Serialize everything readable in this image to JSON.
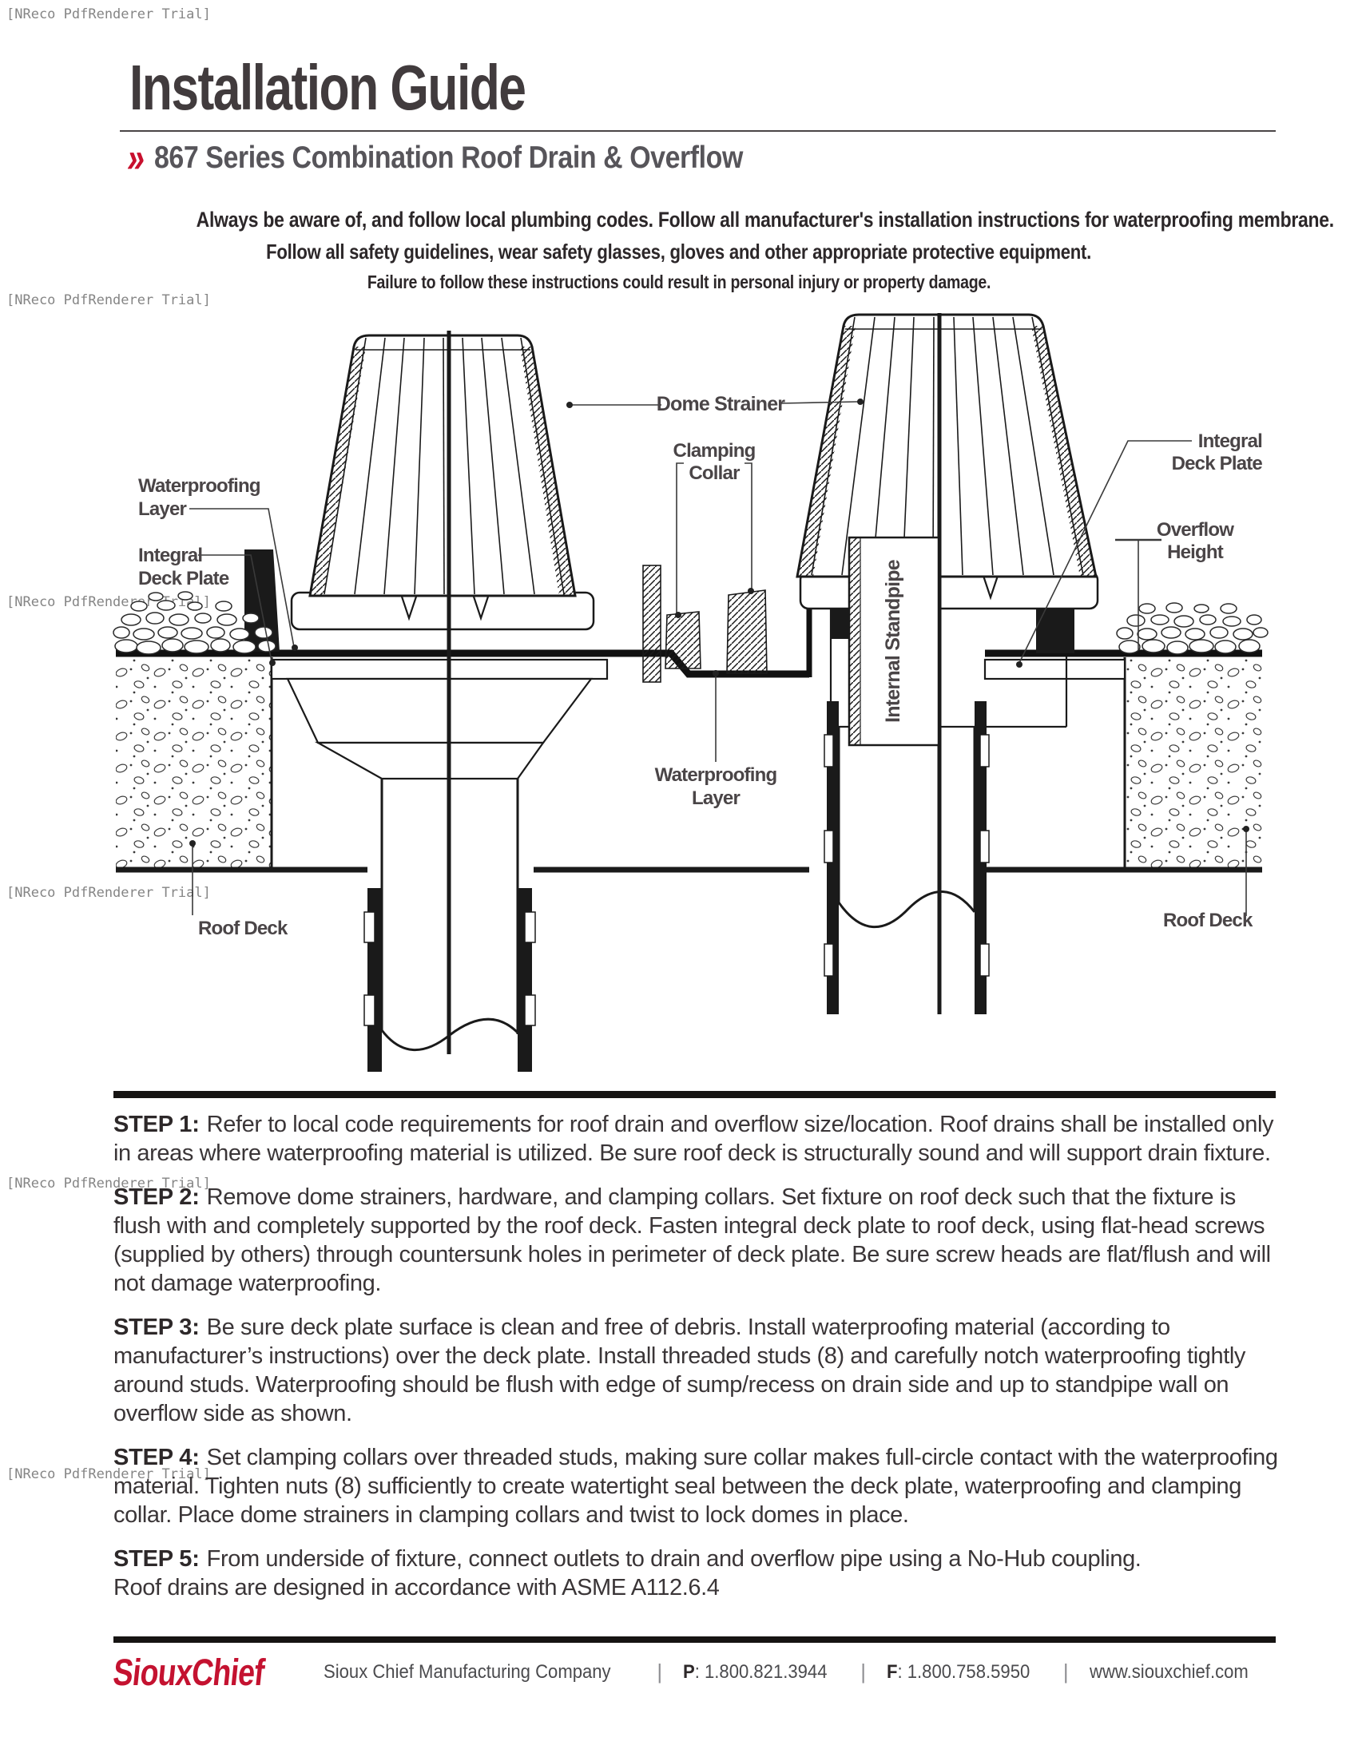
{
  "watermark": {
    "text": "[NReco PdfRenderer Trial]"
  },
  "header": {
    "title": "Installation Guide",
    "chevron": "»",
    "subtitle": "867 Series Combination Roof Drain & Overflow"
  },
  "warning": {
    "line1": "Always be aware of, and follow local plumbing codes. Follow all manufacturer's installation instructions for waterproofing membrane.",
    "line2": "Follow all safety guidelines, wear safety glasses, gloves and other appropriate protective equipment.",
    "line3": "Failure to follow these instructions could result in personal injury or property damage."
  },
  "diagram": {
    "labels": {
      "dome_strainer": "Dome Strainer",
      "clamping_1": "Clamping",
      "clamping_2": "Collar",
      "waterproofing_left_1": "Waterproofing",
      "waterproofing_left_2": "Layer",
      "integral_left_1": "Integral",
      "integral_left_2": "Deck Plate",
      "integral_right_1": "Integral",
      "integral_right_2": "Deck Plate",
      "overflow_1": "Overflow",
      "overflow_2": "Height",
      "internal_standpipe": "Internal Standpipe",
      "waterproofing_center_1": "Waterproofing",
      "waterproofing_center_2": "Layer",
      "roof_deck_left": "Roof Deck",
      "roof_deck_right": "Roof Deck"
    }
  },
  "steps": [
    {
      "label": "STEP 1:",
      "text": "Refer to local code requirements for roof drain and overflow size/location. Roof drains shall be installed only in areas where waterproofing material is utilized. Be sure roof deck is structurally sound and will support drain fixture."
    },
    {
      "label": "STEP 2:",
      "text": "Remove dome strainers, hardware, and clamping collars. Set fixture on roof deck such that the fixture is flush with and completely supported by the roof deck. Fasten integral deck plate to roof deck, using flat-head screws (supplied by others) through countersunk holes in perimeter of deck plate. Be sure screw heads are flat/flush and will not damage waterproofing."
    },
    {
      "label": "STEP 3:",
      "text": "Be sure deck plate surface is clean and free of debris. Install waterproofing material (according to manufacturer’s instructions) over the deck plate. Install threaded studs (8) and carefully notch waterproofing tightly around studs. Waterproofing should be flush with edge of sump/recess on drain side and up to standpipe wall on overflow side as shown."
    },
    {
      "label": "STEP 4:",
      "text": "Set clamping collars over threaded studs, making sure collar makes full-circle contact with the waterproofing material. Tighten nuts (8) sufficiently to create watertight seal between the deck plate, waterproofing and clamping collar. Place dome strainers in clamping collars and twist to lock domes in place."
    },
    {
      "label": "STEP 5:",
      "text": "From underside of fixture, connect outlets to drain and overflow pipe using a No-Hub coupling.",
      "text2": "Roof drains are designed in accordance with ASME A112.6.4"
    }
  ],
  "footer": {
    "logo_1": "Sioux",
    "logo_2": "Chief",
    "company": "Sioux Chief Manufacturing Company",
    "phone_label": "P",
    "phone": ": 1.800.821.3944",
    "fax_label": "F",
    "fax": ": 1.800.758.5950",
    "website": "www.siouxchief.com",
    "separator": "|"
  },
  "colors": {
    "accent_red": "#c8102e",
    "logo_red": "#c41230",
    "title_dark": "#413b3d",
    "subtitle_gray": "#57555a",
    "line_black": "#161412",
    "watermark_gray": "#858585"
  }
}
